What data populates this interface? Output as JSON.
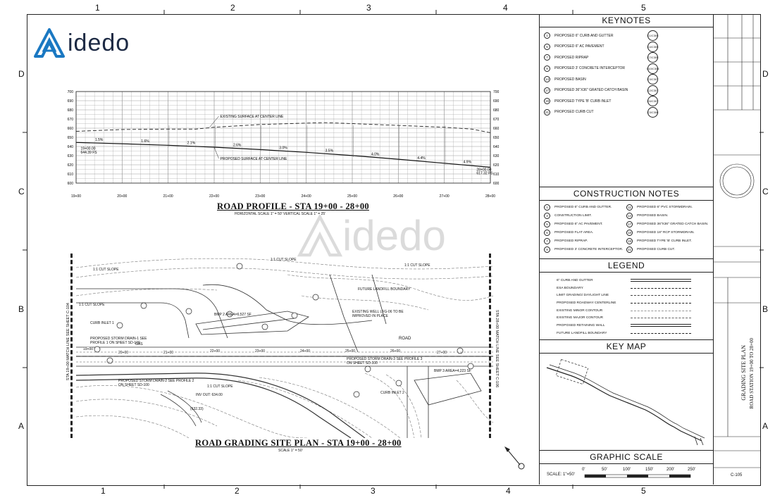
{
  "logo": {
    "text": "idedo",
    "watermark": "idedo"
  },
  "grid": {
    "top_numbers": [
      "1",
      "2",
      "3",
      "4",
      "5"
    ],
    "bottom_numbers": [
      "1",
      "2",
      "3",
      "4",
      "5"
    ],
    "left_letters": [
      "D",
      "C",
      "B",
      "A"
    ],
    "right_letters": [
      "D",
      "C",
      "B",
      "A"
    ]
  },
  "profile": {
    "title": "ROAD PROFILE - STA 19+00 - 28+00",
    "scale_note": "HORIZONTAL SCALE 1\" = 50'    VERTICAL SCALE 1\" = 25'",
    "y_ticks": [
      "700",
      "690",
      "680",
      "670",
      "660",
      "650",
      "640",
      "630",
      "620",
      "610",
      "600"
    ],
    "x_ticks": [
      "19+00",
      "20+00",
      "21+00",
      "22+00",
      "23+00",
      "24+00",
      "25+00",
      "26+00",
      "27+00",
      "28+00"
    ],
    "existing_label": "EXISTING SURFACE AT CENTER LINE",
    "proposed_label": "PROPOSED SURFACE AT CENTER LINE",
    "start_label": "19+00.00",
    "start_elev": "644.39 FS",
    "end_label": "28+00.00",
    "end_elev": "617.32 FS",
    "grades": [
      "1.5%",
      "1.6%",
      "2.1%",
      "2.6%",
      "3.0%",
      "3.5%",
      "4.0%",
      "4.4%",
      "4.9%"
    ]
  },
  "plan": {
    "title": "ROAD GRADING SITE PLAN - STA 19+00 - 28+00",
    "scale_note": "SCALE 1\" = 50'",
    "match_left": "STA 19+00 MATCH LINE SEE SHEET C-104",
    "match_right": "STA 28+00 MATCH LINE SEE SHEET C-106",
    "labels": [
      "1:1 CUT SLOPE",
      "1:1 CUT SLOPE",
      "1:1 CUT SLOPE",
      "1:1 CUT SLOPE",
      "1:1 CUT SLOPE",
      "FUTURE LANDFILL BOUNDARY",
      "EXISTING WELL LFG-06 TO BE IMPROVED IN PLACE",
      "BMP 2 AREA=6,527 SF",
      "BMP 3 AREA=4,223 SF",
      "CURB INLET 1",
      "CURB INLET 2",
      "PROPOSED STORM DRAIN-1 SEE PROFILE 1 ON SHEET SD-100",
      "PROPOSED STORM DRAIN-2 SEE PROFILE 2 ON SHEET SD-100",
      "PROPOSED STORM DRAIN-3 SEE PROFILE 3 ON SHEET SD-100",
      "ROAD",
      "GAS",
      "(632.33)",
      "INV OUT: 634.00"
    ],
    "stations": [
      "19+00",
      "20+00",
      "21+00",
      "22+00",
      "23+00",
      "24+00",
      "25+00",
      "26+00",
      "27+00"
    ]
  },
  "keynotes": {
    "title": "KEYNOTES",
    "items": [
      {
        "num": "1",
        "text": "PROPOSED 6\" CURB AND GUTTER",
        "ref": "C1/C305"
      },
      {
        "num": "5",
        "text": "PROPOSED 6\" AC PAVEMENT",
        "ref": "C4/C305"
      },
      {
        "num": "7",
        "text": "PROPOSED RIPRAP",
        "ref": "C7/C305"
      },
      {
        "num": "9",
        "text": "PROPOSED 3' CONCRETE INTERCEPTOR",
        "ref": "C10/C305"
      },
      {
        "num": "14",
        "text": "PROPOSED BASIN",
        "ref": "C3/C307"
      },
      {
        "num": "17",
        "text": "PROPOSED 36\"X36\" GRATED CATCH BASIN",
        "ref": "C2/C307"
      },
      {
        "num": "19",
        "text": "PROPOSED TYPE 'B' CURB INLET",
        "ref": "C6/C307"
      },
      {
        "num": "21",
        "text": "PROPOSED CURB CUT",
        "ref": "C3/C306"
      }
    ]
  },
  "construction_notes": {
    "title": "CONSTRUCTION NOTES",
    "items": [
      {
        "num": "1",
        "text": "PROPOSED 6\" CURB AND GUTTER."
      },
      {
        "num": "11",
        "text": "PROPOSED 6\" PVC STORMDRAIN."
      },
      {
        "num": "3",
        "text": "CONSTRUCTION LIMIT."
      },
      {
        "num": "14",
        "text": "PROPOSED BASIN."
      },
      {
        "num": "5",
        "text": "PROPOSED 6\" AC PAVEMENT."
      },
      {
        "num": "17",
        "text": "PROPOSED 36\"X36\" GRATED CATCH BASIN."
      },
      {
        "num": "6",
        "text": "PROPOSED FLAT AREA."
      },
      {
        "num": "18",
        "text": "PROPOSED 18\" RCP STORMDRAIN."
      },
      {
        "num": "7",
        "text": "PROPOSED RIPRAP."
      },
      {
        "num": "19",
        "text": "PROPOSED TYPE 'B' CURB INLET."
      },
      {
        "num": "9",
        "text": "PROPOSED 3' CONCRETE INTERCEPTOR."
      },
      {
        "num": "21",
        "text": "PROPOSED CURB CUT."
      }
    ]
  },
  "legend": {
    "title": "LEGEND",
    "items": [
      {
        "text": "6\" CURB AND GUTTER",
        "style": "double"
      },
      {
        "text": "ESA BOUNDARY",
        "style": "dash-dot"
      },
      {
        "text": "LIMIT GRADING/ DAYLIGHT LINE",
        "style": "dashed"
      },
      {
        "text": "PROPOSED ROADWAY CENTERLINE",
        "style": "long-dash"
      },
      {
        "text": "EXISTING MINOR CONTOUR",
        "style": "light-dash"
      },
      {
        "text": "EXISTING MAJOR CONTOUR",
        "style": "dash"
      },
      {
        "text": "PROPOSED RETAINING WALL",
        "style": "wall"
      },
      {
        "text": "FUTURE LANDFILL BOUNDARY",
        "style": "dash-dot2"
      }
    ]
  },
  "key_map": {
    "title": "KEY MAP"
  },
  "graphic_scale": {
    "title": "GRAPHIC SCALE",
    "scale_label": "SCALE: 1\"=50'",
    "ticks": [
      "0'",
      "50'",
      "100'",
      "150'",
      "200'",
      "250'"
    ]
  },
  "title_block": {
    "sheet_title": "GRADING SITE PLAN",
    "sheet_subtitle": "ROAD STATION 19+00 TO 28+00",
    "sheet_number": "C-105"
  }
}
